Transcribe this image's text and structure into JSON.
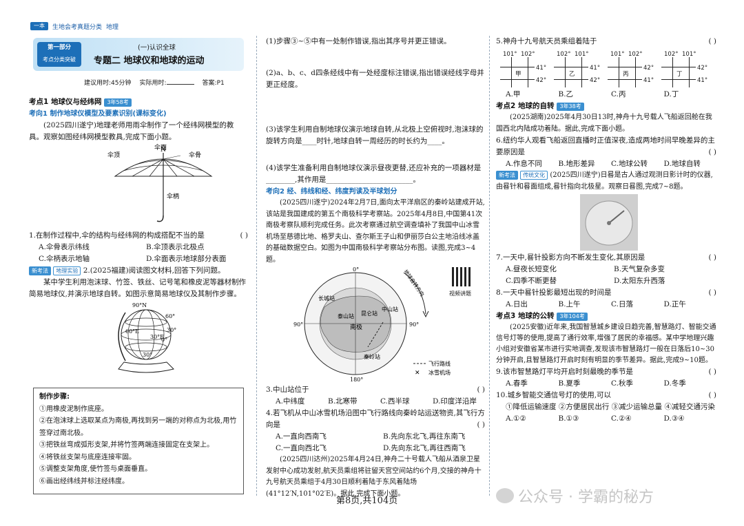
{
  "header": {
    "logo": "一本",
    "book": "生地会考真题分类",
    "subject": "地理",
    "part_line1": "第一部分",
    "part_line2": "考点分类突破",
    "subtopic": "(一)认识全球",
    "topic": "专题二   地球仪和地球的运动",
    "time_label": "建议用时:45分钟",
    "actual_label": "实际用时:",
    "answer_label": "答案:P1"
  },
  "col1": {
    "k1_title": "考点1  地球仪与经纬网",
    "k1_badge": "3年58考",
    "sub1": "考向1  制作地球仪模型及要素识别(课标变化)",
    "intro1": "(2025四川遂宁)地理老师用雨伞制作了一个经纬网模型的教具。观察如图经纬网模型教具,完成下面小题。",
    "umb_labels": {
      "n": "N",
      "face": "伞面",
      "top": "伞顶",
      "rib": "伞骨",
      "handle": "伞柄"
    },
    "q1": "1.在制作过程中,伞的结构与经纬网的构成搭配不当的是",
    "q1_paren": "(    )",
    "q1_opts": [
      "A.伞骨表示纬线",
      "B.伞顶表示北极点",
      "C.伞柄表示地轴",
      "D.伞面表示地球部分表面"
    ],
    "q2_tag1": "新考法",
    "q2_tag2": "地理实验",
    "q2_intro": "2.(2025福建)阅读图文材料,回答下列问题。",
    "q2_text": "某中学生利用泡沫球、竹签、铁丝、记号笔和橡皮泥等器材制作简易地球仪,并演示地球自转。如图示意简易地球仪及其制作步骤。",
    "globe_labels": [
      "90°N",
      "60°",
      "30°",
      "60°E",
      "30°E",
      "0°",
      "30°"
    ],
    "steps_title": "制作步骤:",
    "steps": [
      "①用橡皮泥制作底座。",
      "②在泡沫球上选取某点为南极,再找到另一端的对称点为北极,用竹签穿过南北极。",
      "③把铁丝弯成弧形支架,并将竹签两端连接固定在支架上。",
      "④将铁丝支架与底座连接牢固。",
      "⑤调整支架角度,使竹签与桌面垂直。",
      "⑥画出经纬线并标注经纬度。"
    ]
  },
  "col2": {
    "p1": "(1)步骤③~⑤中有一处制作错误,指出其序号并更正错误。",
    "p2": "(2)a、b、c、d四条经线中有一处经度标注错误,指出错误经线字母并更正经度。",
    "p3": "(3)该学生利用自制地球仪演示地球自转,从北极上空俯视时,泡沫球的旋转方向是____时针,地球自转一周经历的时长约为____。",
    "p4": "(4)该学生准备利用自制地球仪演示昼夜更替,还应补充的一项器材是________,其作用是________________________。",
    "sub2": "考向2  经、纬线和经、纬度判读及半球划分",
    "intro2": "(2025四川遂宁)2024年2月7日,面向太平洋扇区的秦岭站建成开站,该站是我国建成的第五个南极科学考察站。2025年4月8日,中国第41次南极考察队顺利完成任务。此次考察通过航空调查填补了我国中山冰雪机场至慈德比地、格罗夫山、查尔斯王子山和伊丽莎白公主地沿线冰盖的基础数据空白。如图为中国南极科学考察站分布图。读图,完成3~4题。",
    "qr_label": "视频讲题",
    "map_labels": {
      "top": "0°",
      "left": "90°",
      "right": "90°",
      "bottom": "180°",
      "changcheng": "长城站",
      "kunlun": "昆仑站",
      "taishan": "泰山站",
      "zhongshan": "中山站",
      "pole": "南极",
      "qinling": "秦岭站",
      "rot": "地球自转方向",
      "legend1": "飞行路线",
      "legend2": "冰雪机场"
    },
    "q3": "3.中山站位于",
    "q3_paren": "(    )",
    "q3_opts": [
      "A.中纬度",
      "B.北寒带",
      "C.西半球",
      "D.印度洋沿岸"
    ],
    "q4": "4.若飞机从中山冰雪机场沿图中飞行路线向秦岭站运送物资,其飞行方向是",
    "q4_paren": "(    )",
    "q4_opts": [
      "A.一直向西南飞",
      "B.先向东北飞,再往东南飞",
      "C.一直向西北飞",
      "D.先向东北飞,再往西南飞"
    ],
    "intro5": "(2025四川达州)2025年4月24日,神舟二十号载人飞船从酒泉卫星发射中心成功发射,航天员乘组将驻留天宫空间站约6个月,交接的神舟十九号航天员乘组于4月30日顺利着陆于东风着陆场(41°12′N,101°02′E)。据此,完成下面小题。"
  },
  "col3": {
    "q5": "5.神舟十九号航天员乘组着陆于",
    "q5_paren": "(    )",
    "grids": [
      {
        "t1": "101°",
        "t2": "102°",
        "r1": "41°",
        "r2": "42°",
        "label": "甲"
      },
      {
        "t1": "102°",
        "t2": "101°",
        "r1": "41°",
        "r2": "42°",
        "label": "乙"
      },
      {
        "t1": "101°",
        "t2": "102°",
        "r1": "42°",
        "r2": "41°",
        "label": "丙"
      },
      {
        "t1": "102°",
        "t2": "101°",
        "r1": "42°",
        "r2": "41°",
        "label": "丁"
      }
    ],
    "q5_opts": [
      "A.甲",
      "B.乙",
      "C.丙",
      "D.丁"
    ],
    "k2_title": "考点2  地球的自转",
    "k2_badge": "3年38考",
    "intro6": "(2025湖南)2025年4月30日13时,神舟十九号载人飞船返回舱在我国西北内陆成功着陆。据此,完成下面小题。",
    "q6": "6.纽约华人观看飞船返回直播时正值深夜,造成两地时间早晚差异的主要原因是",
    "q6_paren": "(    )",
    "q6_opts": [
      "A.作息不同",
      "B.地形差异",
      "C.地球公转",
      "D.地球自转"
    ],
    "tag1": "新考法",
    "tag2": "传统文化",
    "intro7": "(2025四川遂宁)日晷是古人通过观测日影计时的仪器,由晷针和晷面组成,晷针指向北极星。观察日晷图,完成7~8题。",
    "q7": "7.一天中,晷针投影方向不断发生变化,其原因是",
    "q7_paren": "(    )",
    "q7_opts": [
      "A.昼夜长短变化",
      "B.天气复杂多变",
      "C.四季不断更替",
      "D.太阳东升西落"
    ],
    "q8": "8.一天中晷针投影最短出现的时间是",
    "q8_paren": "(    )",
    "q8_opts": [
      "A.日出",
      "B.上午",
      "C.日落",
      "D.正午"
    ],
    "k3_title": "考点3  地球的公转",
    "k3_badge": "3年104考",
    "intro9": "(2025安徽)近年来,我国智慧城乡建设日趋完善,智慧路灯、智能交通信号灯等的使用,提高了通行效率,增强了居民的幸福感。某中学地理兴趣小组对安徽省某市进行实地调查,发现该市智慧路灯一般在日落后10~30分钟开启,且智慧路灯开启时刻有明显的季节差异。据此,完成9~10题。",
    "q9": "9.该市智慧路灯平均开启时刻最晚的季节是",
    "q9_paren": "(    )",
    "q9_opts": [
      "A.春季",
      "B.夏季",
      "C.秋季",
      "D.冬季"
    ],
    "q10": "10.城乡智能交通信号灯的使用,可以",
    "q10_paren": "(    )",
    "q10_items": "①降低运输速度  ②方便居民出行  ③减少运输总量  ④减轻交通污染",
    "q10_opts": [
      "A.①②",
      "B.①③",
      "C.②④",
      "D.③④"
    ]
  },
  "footer": {
    "page": "第8页,共104页"
  },
  "watermark": {
    "text": "公众号 · 学霸的秘方"
  }
}
